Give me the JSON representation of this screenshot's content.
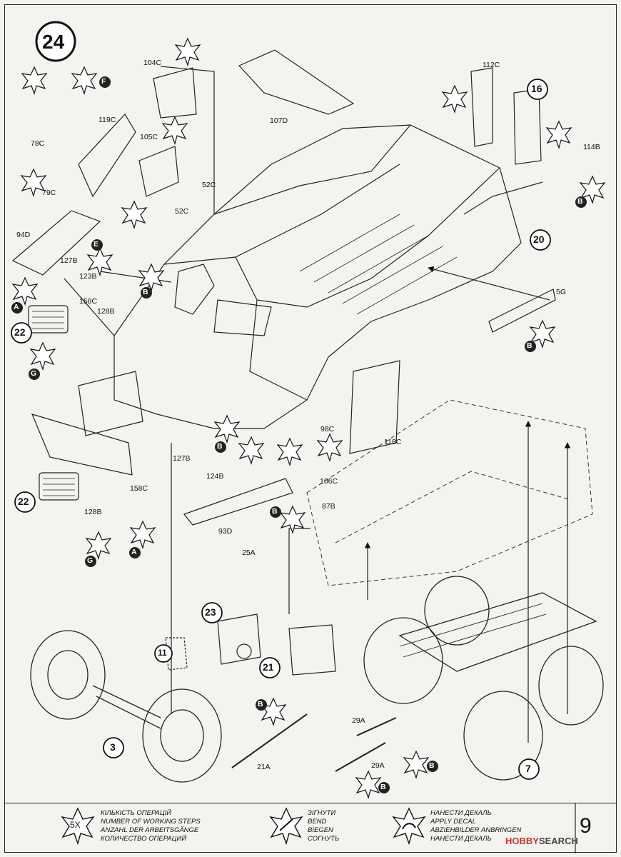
{
  "step": "24",
  "letters": {
    "a": "A",
    "b": "B",
    "e": "E",
    "f": "F",
    "g": "G"
  },
  "substeps": {
    "s16": "16",
    "s20": "20",
    "s22a": "22",
    "s22b": "22",
    "s23": "23",
    "s21": "21",
    "s11": "11",
    "s3": "3",
    "s7": "7"
  },
  "parts": {
    "p104C": "104C",
    "p107D": "107D",
    "p112C": "112C",
    "p119C": "119C",
    "p78C": "78C",
    "p105C": "105C",
    "p79C": "79C",
    "p52C_a": "52C",
    "p52C_b": "52C",
    "p114B": "114B",
    "p94D": "94D",
    "p127B_a": "127B",
    "p123B": "123B",
    "p158C_a": "158C",
    "p128B_a": "128B",
    "p5G": "5G",
    "p98C": "98C",
    "p118C": "118C",
    "p124B": "124B",
    "p106C": "106C",
    "p127B_b": "127B",
    "p158C_b": "158C",
    "p128B_b": "128B",
    "p93D": "93D",
    "p87B": "87B",
    "p25A": "25A",
    "p29A_a": "29A",
    "p29A_b": "29A",
    "p21A": "21A"
  },
  "legend": {
    "count_symbol": "5X",
    "working_steps": [
      "КІЛЬКІСТЬ ОПЕРАЦІЙ",
      "NUMBER OF WORKING STEPS",
      "ANZAHL DER ARBEITSGÄNGE",
      "КОЛИЧЕСТВО ОПЕРАЦИЙ"
    ],
    "bend": [
      "ЗІГНУТИ",
      "BEND",
      "BIEGEN",
      "СОГНУТЬ"
    ],
    "decal": [
      "НАНЕСТИ ДЕКАЛЬ",
      "APPLY DECAL",
      "ABZIEHBILDER ANBRINGEN",
      "НАНЕСТИ ДЕКАЛЬ"
    ]
  },
  "page_number": "9",
  "watermark": {
    "brand": "HOBBY",
    "suffix": "SEARCH"
  }
}
